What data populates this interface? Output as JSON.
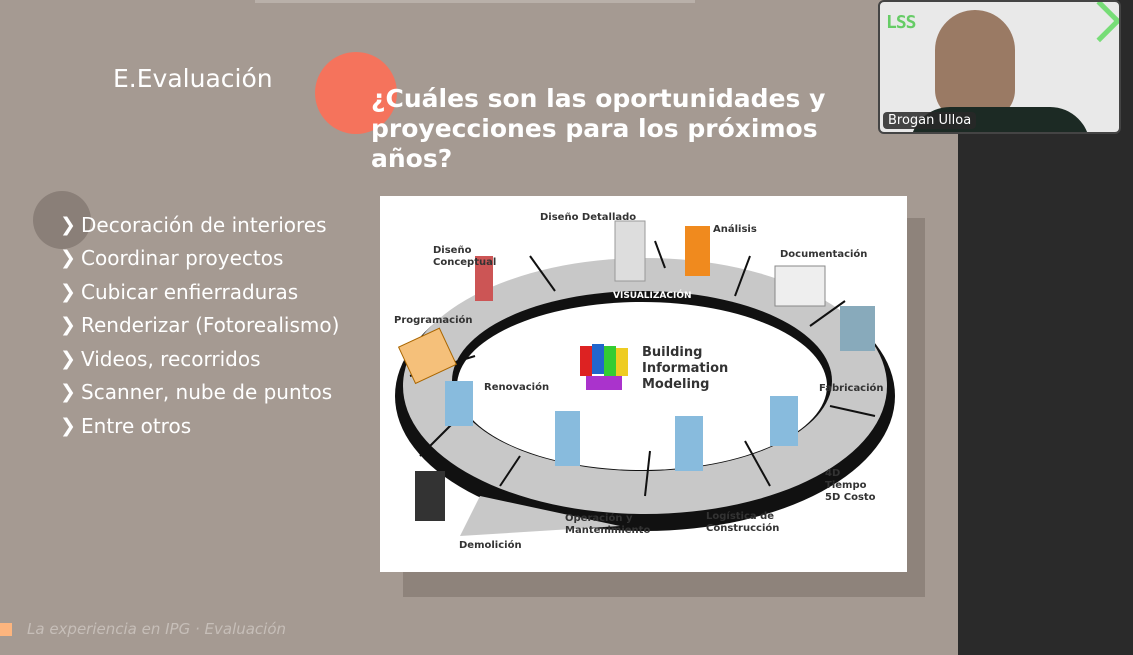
{
  "slide": {
    "section_title": "E.Evaluación",
    "question": "¿Cuáles son las oportunidades y proyecciones para los próximos años?",
    "bullets": [
      "Decoración de interiores",
      "Coordinar proyectos",
      "Cubicar enfierraduras",
      "Renderizar (Fotorealismo)",
      "Videos, recorridos",
      "Scanner, nube de puntos",
      "Entre otros"
    ],
    "footer": "La experiencia en IPG · Evaluación",
    "diagram": {
      "center": [
        "Building",
        "Information",
        "Modeling"
      ],
      "ring_label": "VISUALIZACIÓN",
      "stages": [
        "Diseño Detallado",
        "Análisis",
        "Diseño Conceptual",
        "Documentación",
        "Programación",
        "Renovación",
        "Fabricación",
        "4D Tiempo 5D Costo",
        "Operación y Mantenimiento",
        "Logística de Construcción",
        "Demolición"
      ]
    }
  },
  "video": {
    "participant_name": "Brogan Ulloa",
    "logo_text": "LSS"
  },
  "colors": {
    "slide_bg": "#a59a92",
    "accent_orange": "#f5735c",
    "footer_square": "#fdb57e"
  }
}
